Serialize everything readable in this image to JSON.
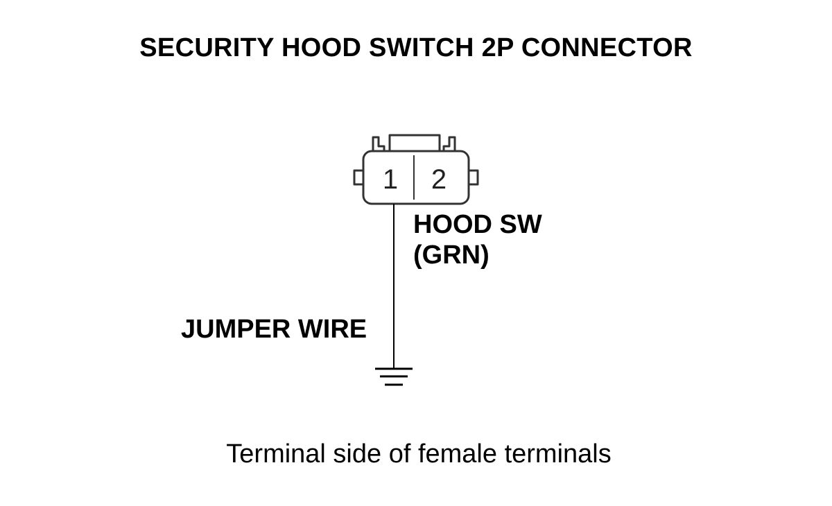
{
  "title": "SECURITY HOOD SWITCH 2P CONNECTOR",
  "connector": {
    "pins": [
      "1",
      "2"
    ]
  },
  "wire": {
    "name": "HOOD SW",
    "color": "(GRN)"
  },
  "jumper": {
    "label": "JUMPER WIRE"
  },
  "caption": "Terminal side of female terminals",
  "colors": {
    "ink": "#000000",
    "connector_outline": "#333333",
    "background": "#ffffff"
  },
  "icons": [
    "connector-2p-icon",
    "ground-symbol-icon"
  ]
}
